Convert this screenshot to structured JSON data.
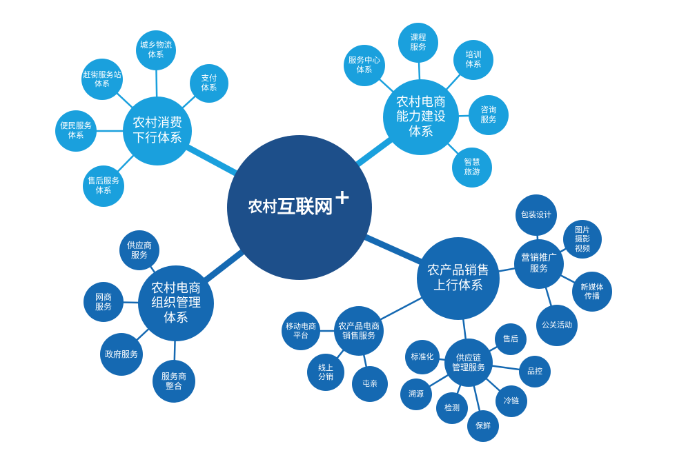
{
  "colors": {
    "center": "#1d4f8a",
    "cyan": "#1aa0dd",
    "blue": "#1569b2",
    "line_cyan": "#1aa0dd",
    "line_blue": "#1569b2"
  },
  "center": {
    "text": "农村",
    "emphasis": "互联网",
    "plus": "+"
  },
  "consumption": {
    "title": "农村消费\n下行体系",
    "items": [
      "城乡物流\n体系",
      "支付\n体系",
      "赶街服务站\n体系",
      "便民服务\n体系",
      "售后服务\n体系"
    ]
  },
  "capacity": {
    "title": "农村电商\n能力建设\n体系",
    "items": [
      "课程\n服务",
      "服务中心\n体系",
      "培训\n体系",
      "咨询\n服务",
      "智慧\n旅游"
    ]
  },
  "organization": {
    "title": "农村电商\n组织管理\n体系",
    "items": [
      "供应商\n服务",
      "网商\n服务",
      "政府服务",
      "服务商\n整合"
    ]
  },
  "sales": {
    "title": "农产品销售\n上行体系",
    "marketing": {
      "title": "营销推广\n服务",
      "items": [
        "包装设计",
        "图片\n摄影\n视频",
        "新媒体\n传播",
        "公关活动"
      ]
    },
    "ecommerce": {
      "title": "农产品电商\n销售服务",
      "items": [
        "移动电商\n平台",
        "线上\n分销",
        "屯亲"
      ]
    },
    "supply": {
      "title": "供应链\n管理服务",
      "items": [
        "售后",
        "标准化",
        "品控",
        "溯源",
        "冷链",
        "检测",
        "保鲜"
      ]
    }
  }
}
